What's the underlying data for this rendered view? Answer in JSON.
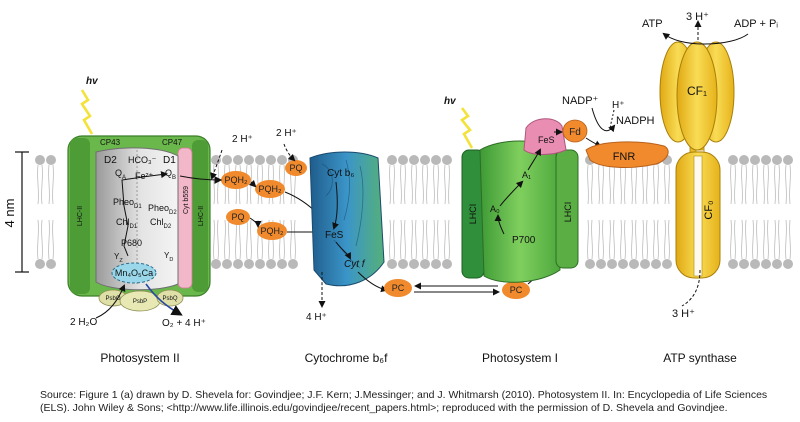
{
  "complexes": {
    "ps2": {
      "title": "Photosystem II",
      "cp43": "CP43",
      "cp47": "CP47",
      "d2": "D2",
      "d1": "D1",
      "hco3": "HCO₃⁻",
      "fe": "Fe²⁺",
      "qa": "Q",
      "qa_sub": "A",
      "qb": "Q",
      "qb_sub": "B",
      "pheo_d1": "Pheo",
      "pheo_d1_sub": "D1",
      "pheo_d2": "Pheo",
      "pheo_d2_sub": "D2",
      "chl_d1": "Chl",
      "chl_d1_sub": "D1",
      "chl_d2": "Chl",
      "chl_d2_sub": "D2",
      "p680": "P680",
      "yz": "Y",
      "yz_sub": "Z",
      "yd": "Y",
      "yd_sub": "D",
      "cluster": "Mn₄O₅Ca",
      "lhc_left": "LHC-II",
      "lhc_right": "LHC-II",
      "cyt_b559": "Cyt b559",
      "psbp": "PsbP",
      "psbo": "PsbO",
      "psbq": "PsbQ",
      "water": "2 H₂O",
      "oxygen": "O₂ + 4 H⁺",
      "hv": "hv"
    },
    "cytb6f": {
      "title": "Cytochrome b₆f",
      "cytb6": "Cyt b₆",
      "fes": "FeS",
      "cytf": "Cyt f",
      "protons_out": "4 H⁺"
    },
    "ps1": {
      "title": "Photosystem I",
      "lhci_left": "LHCI",
      "lhci_right": "LHCI",
      "a0": "A₀",
      "a1": "A₁",
      "p700": "P700",
      "fes": "FeS",
      "fd": "Fd",
      "fnr": "FNR",
      "nadp": "NADP⁺",
      "h": "H⁺",
      "nadph": "NADPH",
      "hv": "hv"
    },
    "atp": {
      "title": "ATP synthase",
      "cf1": "CF₁",
      "cf0": "CF₀",
      "atp": "ATP",
      "adp": "ADP + Pᵢ",
      "h_top": "3 H⁺",
      "h_bottom": "3 H⁺"
    }
  },
  "carriers": {
    "pqh2_a": "PQH₂",
    "pqh2_b": "PQH₂",
    "pqh2_c": "PQH₂",
    "pq_a": "PQ",
    "pq_b": "PQ",
    "pc_a": "PC",
    "pc_b": "PC",
    "h_a": "2 H⁺",
    "h_b": "2 H⁺"
  },
  "membrane": {
    "thickness": "4 nm"
  },
  "caption": "Source: Figure 1 (a) drawn by D. Shevela  for: Govindjee; J.F. Kern; J.Messinger; and J. Whitmarsh (2010). Photosystem II. In: Encyclopedia of Life Sciences (ELS). John Wiley & Sons; <http://www.life.illinois.edu/govindjee/recent_papers.html>; reproduced with the permission of D. Shevela and Govindjee.",
  "colors": {
    "lipid_head": "#b9b9b9",
    "ps2_green": "#6ab84c",
    "ps2_core": "#d2d7cc",
    "cyt_blue": "#2e7fb5",
    "ps1_green": "#5fb845",
    "carrier_orange": "#f08a2c",
    "atp_yellow": "#f4cc2e",
    "pink": "#e88ab0"
  }
}
